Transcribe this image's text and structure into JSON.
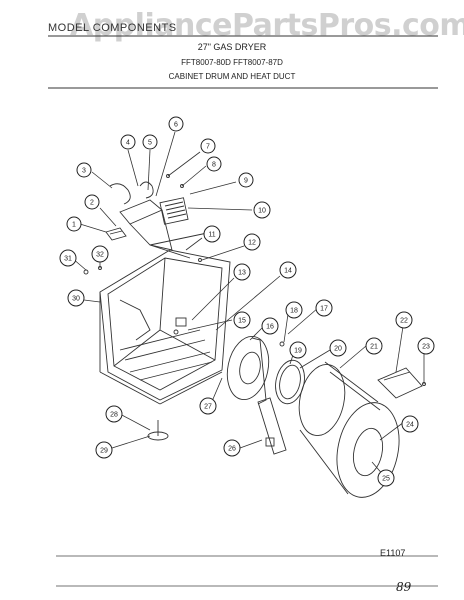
{
  "header": {
    "model_label": "MODEL COMPONENTS",
    "watermark": "AppliancePartsPros.com"
  },
  "titles": {
    "line1": "27\" GAS DRYER",
    "line2": "FFT8007-80D  FFT8007-87D",
    "line3": "CABINET DRUM AND HEAT DUCT"
  },
  "diagram_code": "E1107",
  "page_mark": "89",
  "callouts": [
    "1",
    "2",
    "3",
    "4",
    "5",
    "6",
    "7",
    "8",
    "9",
    "10",
    "11",
    "12",
    "13",
    "14",
    "15",
    "16",
    "17",
    "18",
    "19",
    "20",
    "21",
    "22",
    "23",
    "24",
    "25",
    "26",
    "27",
    "28",
    "29",
    "30",
    "31",
    "32"
  ]
}
